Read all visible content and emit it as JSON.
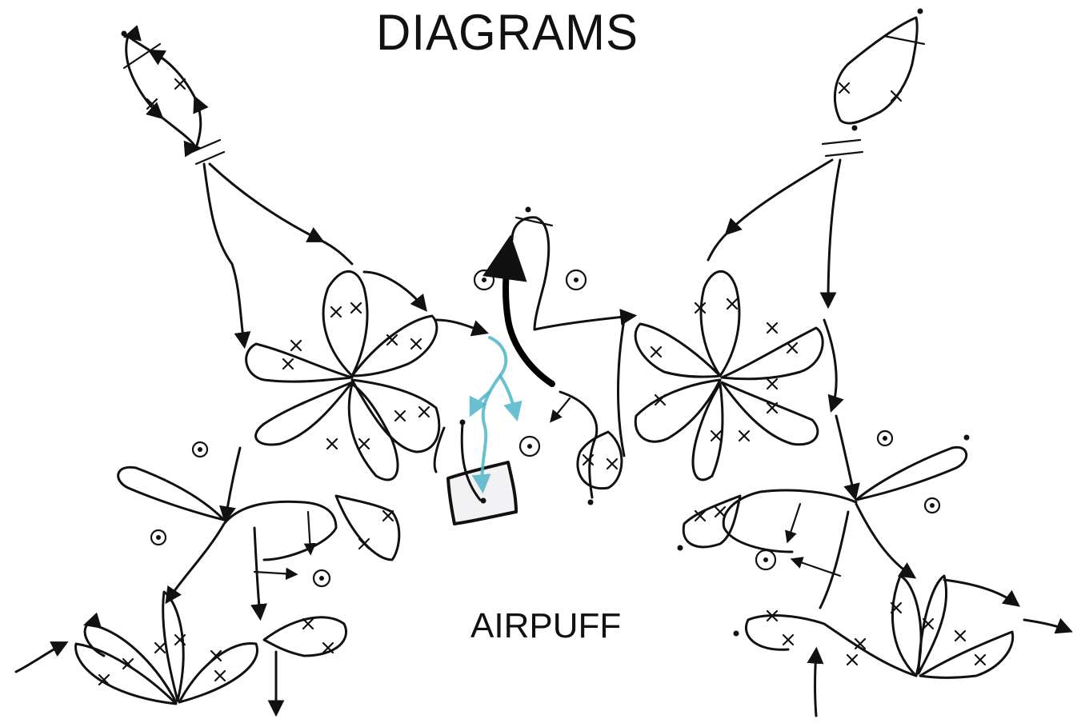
{
  "title": "DIAGRAMS",
  "label": "AIRPUFF",
  "colors": {
    "ink": "#111111",
    "highlight": "#4fb6c8",
    "paper": "#ffffff"
  },
  "symbols": [
    "stitch-cross",
    "arrow",
    "dot",
    "ring-marker"
  ]
}
